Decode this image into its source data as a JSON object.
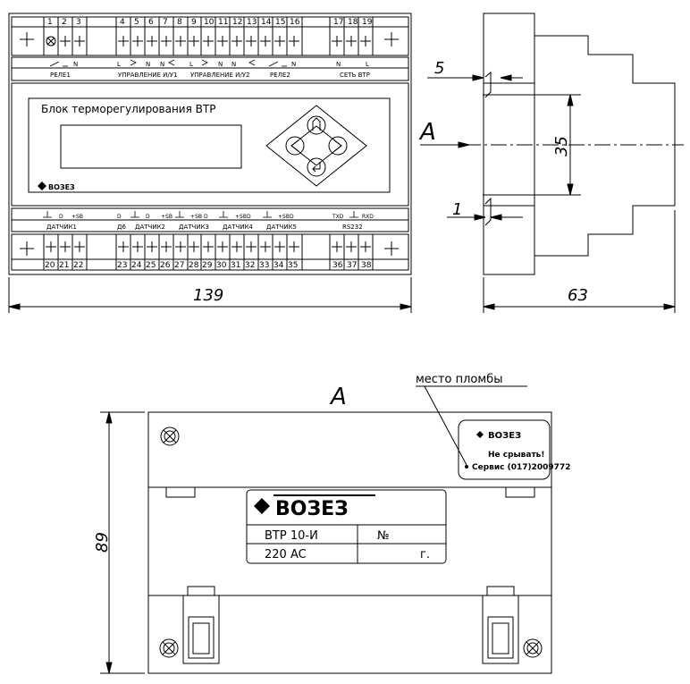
{
  "front": {
    "top_terminal_numbers": [
      "1",
      "2",
      "3",
      "4",
      "5",
      "6",
      "7",
      "8",
      "9",
      "10",
      "11",
      "12",
      "13",
      "14",
      "15",
      "16",
      "17",
      "18",
      "19"
    ],
    "bottom_terminal_numbers": [
      "20",
      "21",
      "22",
      "23",
      "24",
      "25",
      "26",
      "27",
      "28",
      "29",
      "30",
      "31",
      "32",
      "33",
      "34",
      "35",
      "36",
      "37",
      "38"
    ],
    "top_labels": [
      "РЕЛЕ1",
      "УПРАВЛЕНИЕ И/У1",
      "УПРАВЛЕНИЕ И/У2",
      "РЕЛЕ2",
      "СЕТЬ ВТР"
    ],
    "top_signal_labels": [
      "N",
      "L",
      "N",
      "N",
      "L",
      "N",
      "N",
      "N",
      "N",
      "L"
    ],
    "bottom_labels": [
      "ДАТЧИК1",
      "Д6",
      "ДАТЧИК2",
      "ДАТЧИК3",
      "ДАТЧИК4",
      "ДАТЧИК5",
      "RS232"
    ],
    "bottom_signal_labels": [
      "D",
      "+SB",
      "D",
      "D",
      "+SB",
      "D",
      "+SB",
      "D",
      "+SB",
      "D",
      "+SB",
      "TXD",
      "RXD"
    ],
    "display_title": "Блок терморегулирования ВТР",
    "logo_text": "ВОЗЕЗ"
  },
  "dimensions": {
    "width": "139",
    "depth": "63",
    "height": "89",
    "offset_5": "5",
    "offset_35": "35",
    "offset_1": "1",
    "view_label": "A",
    "view_label_bottom": "A"
  },
  "back": {
    "seal_label": "место пломбы",
    "sticker_logo": "ВОЗЕЗ",
    "sticker_line1": "Не срывать!",
    "sticker_line2": "Сервис (017)2009772",
    "plate_logo": "ВОЗЕЗ",
    "plate_model": "ВТР 10-И",
    "plate_no": "№",
    "plate_voltage": "220 AC",
    "plate_year": "г."
  }
}
